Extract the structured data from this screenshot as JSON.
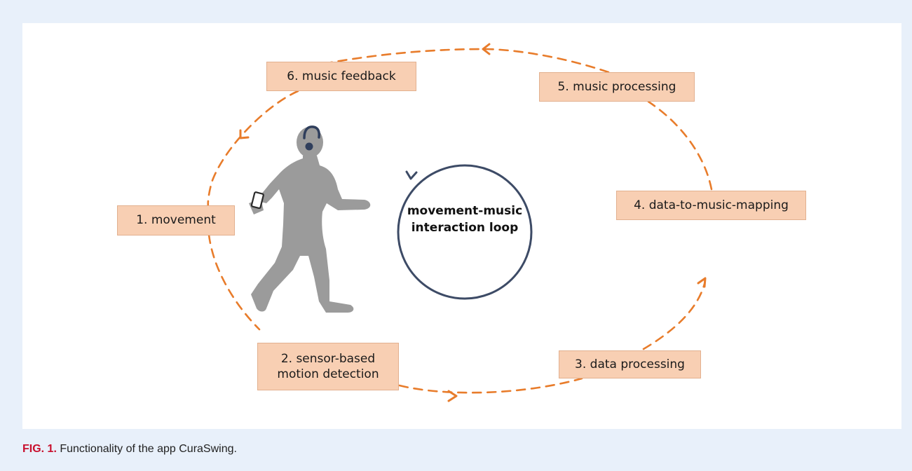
{
  "diagram": {
    "steps": [
      {
        "id": "movement",
        "label": "1. movement"
      },
      {
        "id": "sensor",
        "label": "2. sensor-based\nmotion detection"
      },
      {
        "id": "data-processing",
        "label": "3. data processing"
      },
      {
        "id": "mapping",
        "label": "4. data-to-music-mapping"
      },
      {
        "id": "music-processing",
        "label": "5. music processing"
      },
      {
        "id": "music-feedback",
        "label": "6. music feedback"
      }
    ],
    "center_label": "movement-music\ninteraction loop"
  },
  "caption": {
    "fig_label": "FIG. 1.",
    "text": " Functionality of the app CuraSwing."
  },
  "colors": {
    "arrow": "#e87c2b",
    "box_fill": "#f8cfb3",
    "figure": "#9b9b9b",
    "loop": "#3d4b66",
    "fig_label": "#c8102e"
  }
}
